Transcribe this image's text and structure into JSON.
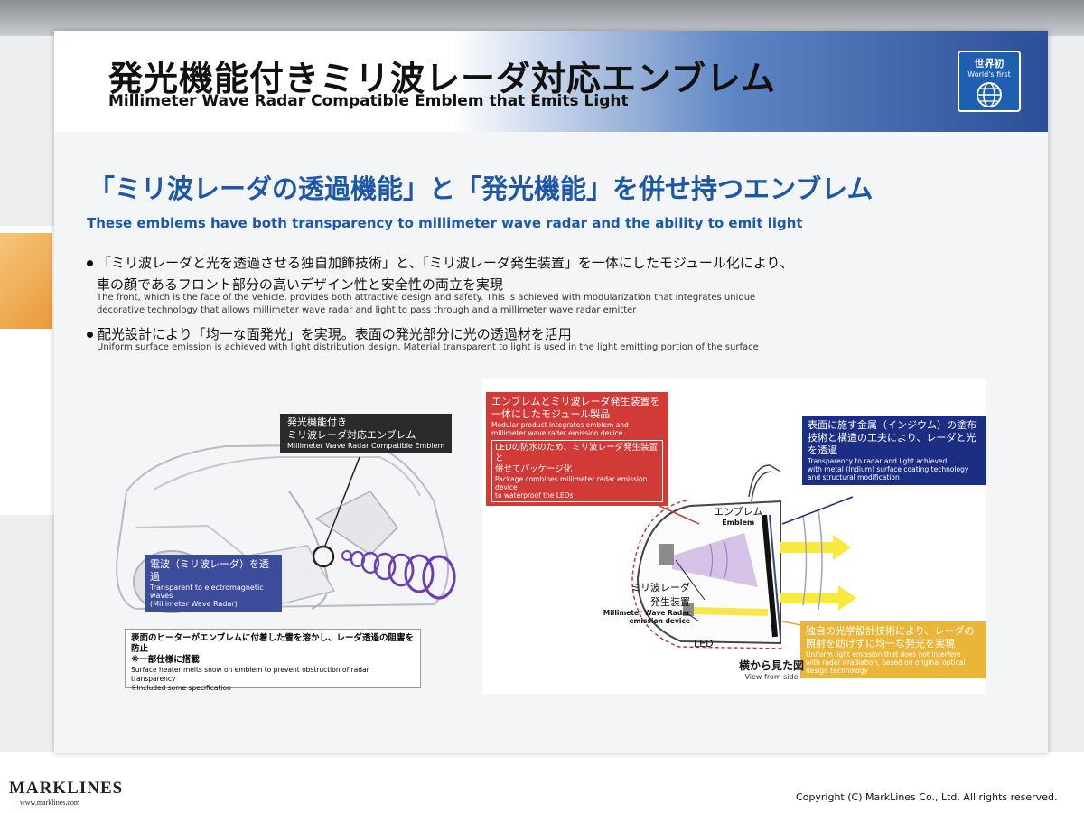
{
  "banner": {
    "title_jp": "発光機能付きミリ波レーダ対応エンブレム",
    "title_en": "Millimeter Wave Radar Compatible Emblem that Emits Light",
    "badge_jp": "世界初",
    "badge_en": "World's first",
    "badge_icon": "globe-icon"
  },
  "headline": {
    "jp": "「ミリ波レーダの透過機能」と「発光機能」を併せ持つエンブレム",
    "en": "These emblems have both transparency to millimeter wave radar and the ability to emit light"
  },
  "bullets": [
    {
      "jp_line1": "「ミリ波レーダと光を透過させる独自加飾技術」と、「ミリ波レーダ発生装置」を一体にしたモジュール化により、",
      "jp_line2": "車の顔であるフロント部分の高いデザイン性と安全性の両立を実現",
      "en_line1": "The front, which is the face of the vehicle, provides both attractive design and safety. This is achieved with modularization that integrates unique",
      "en_line2": "decorative technology that allows millimeter wave radar and light to pass through and a millimeter wave radar emitter"
    },
    {
      "jp_line1": "配光設計により「均一な面発光」を実現。表面の発光部分に光の透過材を活用",
      "en_line1": "Uniform surface emission is achieved with light distribution design. Material transparent to light is used in the light emitting portion of the surface"
    }
  ],
  "car_diagram": {
    "emblem_label_jp1": "発光機能付き",
    "emblem_label_jp2": "ミリ波レーダ対応エンブレム",
    "emblem_label_en": "Millimeter Wave Radar Compatible Emblem",
    "wave_label_jp": "電波（ミリ波レーダ）を透過",
    "wave_label_en1": "Transparent to electromagnetic waves",
    "wave_label_en2": "(Millimeter Wave Radar)",
    "note_jp1": "表面のヒーターがエンブレムに付着した雪を溶かし、レーダ透過の阻害を防止",
    "note_jp2": "※一部仕様に搭載",
    "note_en1": "Surface heater melts snow on emblem to prevent obstruction of radar transparency",
    "note_en2": "※Included some specification"
  },
  "side_diagram": {
    "red_jp1": "エンブレムとミリ波レーダ発生装置を",
    "red_jp2": "一体にしたモジュール製品",
    "red_en1": "Modular product integrates emblem and",
    "red_en2": "millimeter wave rader emission device",
    "red_inner_jp1": "LEDの防水のため、ミリ波レーダ発生装置と",
    "red_inner_jp2": "併せてパッケージ化",
    "red_inner_en1": "Package combines millimeter radar emission device",
    "red_inner_en2": "to waterproof the LEDs",
    "navy_jp1": "表面に施す金属（インジウム）の塗布",
    "navy_jp2": "技術と構造の工夫により、レーダと光",
    "navy_jp3": "を透過",
    "navy_en1": "Transparency to radar and light achieved",
    "navy_en2": "with metal (Indium) surface coating technology",
    "navy_en3": "and structural modification",
    "gold_jp1": "独自の光学設計技術により、レーダの",
    "gold_jp2": "照射を妨げずに均一な発光を実現",
    "gold_en1": "Uniform light emission that does not interfere",
    "gold_en2": "with radar irradiation, based on original optical",
    "gold_en3": "design technology",
    "emblem_jp": "エンブレム",
    "emblem_en": "Emblem",
    "radar_jp1": "ミリ波レーダ",
    "radar_jp2": "発生装置",
    "radar_en1": "Millimeter Wave Radar",
    "radar_en2": "emission device",
    "led": "LED",
    "view_jp": "横から見た図",
    "view_en": "View from side"
  },
  "footer": {
    "logo": "MARKLINES",
    "logo_url": "www.marklines.com",
    "copyright": "Copyright (C) MarkLines Co., Ltd. All rights reserved."
  },
  "colors": {
    "headline_blue": "#1c57a8",
    "red_box": "#d23a38",
    "navy_box": "#1c2d84",
    "gold_box": "#eab63a",
    "wave_purple": "#6a3fb0"
  }
}
